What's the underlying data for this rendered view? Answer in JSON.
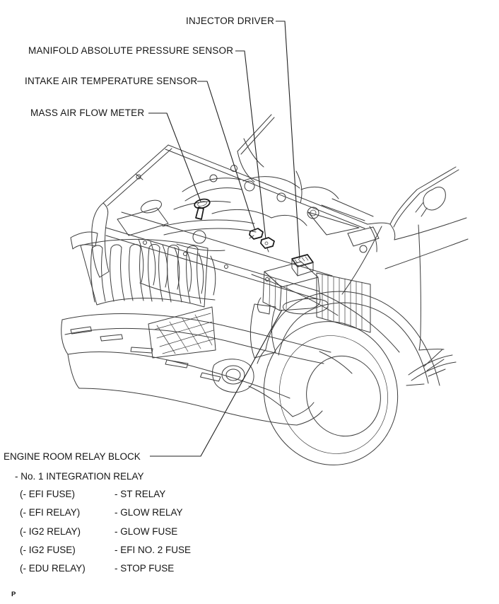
{
  "page": {
    "background_color": "#ffffff",
    "footer_mark": "P"
  },
  "diagram": {
    "line_color": "#3c3c3c",
    "leader_color": "#222222",
    "text_color": "#151515",
    "callouts": {
      "injector_driver": "INJECTOR DRIVER",
      "manifold_absolute_pressure_sensor": "MANIFOLD ABSOLUTE PRESSURE SENSOR",
      "intake_air_temperature_sensor": "INTAKE AIR TEMPERATURE SENSOR",
      "mass_air_flow_meter": "MASS AIR FLOW METER",
      "engine_room_relay_block": "ENGINE ROOM RELAY BLOCK"
    },
    "relay_block_list": {
      "heading": "- No. 1 INTEGRATION RELAY",
      "rows": [
        {
          "left": "(- EFI FUSE)",
          "right": "- ST RELAY"
        },
        {
          "left": "(- EFI RELAY)",
          "right": "- GLOW RELAY"
        },
        {
          "left": "(- IG2 RELAY)",
          "right": "- GLOW FUSE"
        },
        {
          "left": "(- IG2 FUSE)",
          "right": "- EFI NO. 2 FUSE"
        },
        {
          "left": "(- EDU RELAY)",
          "right": "- STOP FUSE"
        }
      ]
    }
  }
}
